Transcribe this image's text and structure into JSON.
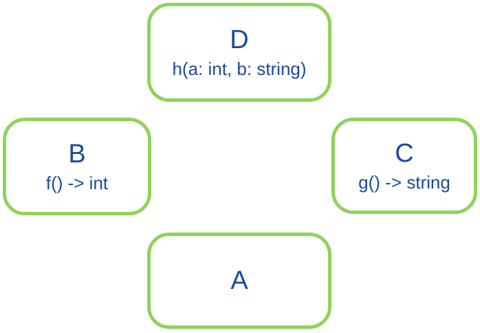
{
  "nodes": {
    "d": {
      "label": "D",
      "signature": "h(a: int, b: string)"
    },
    "b": {
      "label": "B",
      "signature": "f() -> int"
    },
    "c": {
      "label": "C",
      "signature": "g() -> string"
    },
    "a": {
      "label": "A"
    }
  },
  "colors": {
    "node_border": "#8fd35b",
    "text": "#1b4aa0",
    "background": "#ffffff"
  }
}
